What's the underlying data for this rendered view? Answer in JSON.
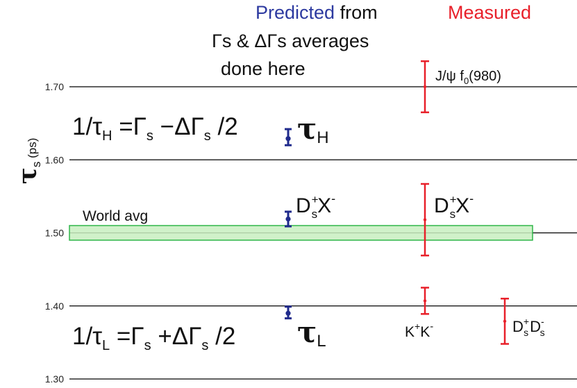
{
  "chart_data": {
    "type": "scatter",
    "ylabel": "τ_s (ps)",
    "ylabel_main": "τ",
    "ylabel_sub": "s",
    "ylabel_unit": "(ps)",
    "ylim": [
      1.3,
      1.735
    ],
    "yticks": [
      "1.30",
      "1.40",
      "1.50",
      "1.60",
      "1.70"
    ],
    "grid": true,
    "headers": {
      "predicted_word": "Predicted",
      "predicted_rest": "from",
      "predicted_line2": "Γs & ΔΓs averages",
      "predicted_line3": "done here",
      "measured": "Measured"
    },
    "formulas": {
      "tau_h": "1/τH =Γs −ΔΓs /2",
      "tau_l": "1/τL =Γs +ΔΓs /2"
    },
    "world_avg": {
      "label": "World avg",
      "low": 1.49,
      "high": 1.51
    },
    "series": [
      {
        "name": "Predicted",
        "color": "#1f2a8c",
        "points": [
          {
            "label": "τH",
            "value": 1.629,
            "err_low": 0.009,
            "err_high": 0.013
          },
          {
            "label": "Ds+X−",
            "value": 1.519,
            "err_low": 0.01,
            "err_high": 0.01
          },
          {
            "label": "τL",
            "value": 1.39,
            "err_low": 0.007,
            "err_high": 0.009
          }
        ]
      },
      {
        "name": "Measured",
        "color": "#e8202a",
        "points": [
          {
            "label": "J/ψ f0(980)",
            "value": 1.7,
            "err_low": 0.035,
            "err_high": 0.035
          },
          {
            "label": "Ds+X−",
            "value": 1.518,
            "err_low": 0.049,
            "err_high": 0.049
          },
          {
            "label": "K+K−",
            "value": 1.407,
            "err_low": 0.018,
            "err_high": 0.018
          },
          {
            "label": "Ds+Ds−",
            "value": 1.379,
            "err_low": 0.031,
            "err_high": 0.031
          }
        ]
      }
    ],
    "colors": {
      "predicted": "#1f2a8c",
      "measured": "#e8202a",
      "world_avg_fill": "#c8efc0",
      "world_avg_stroke": "#2fb64a",
      "world_avg_text": "#0e7a3a",
      "grid": "#000000"
    }
  }
}
